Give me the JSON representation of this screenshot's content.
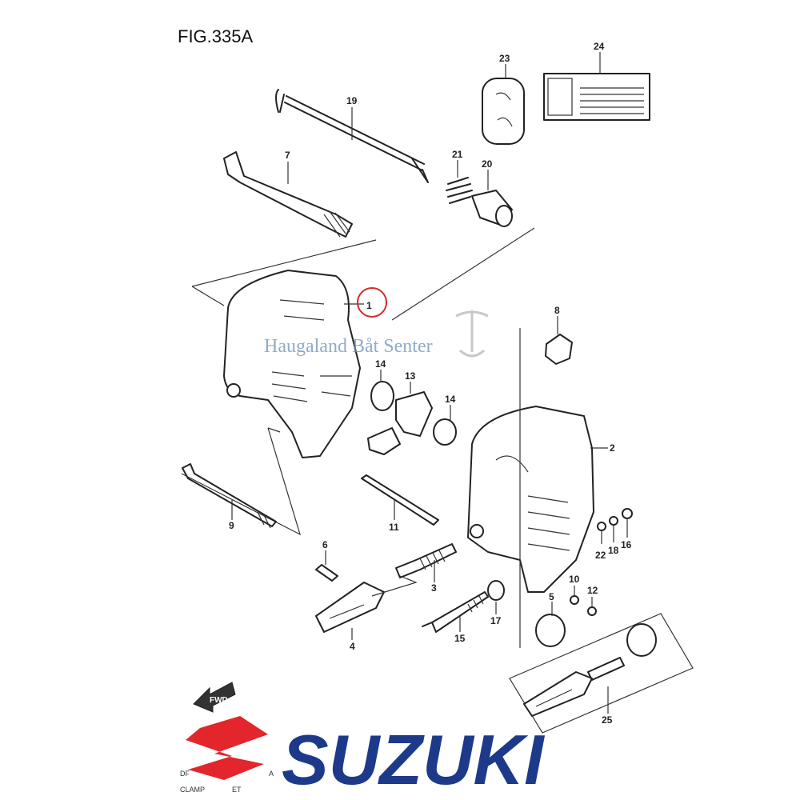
{
  "figure": {
    "title": "FIG.335A",
    "caption_line1": "DF",
    "caption_line1_suffix": "A",
    "caption_line2": "CLAMP",
    "caption_line2_suffix": "ET"
  },
  "labels": [
    "1",
    "2",
    "3",
    "4",
    "5",
    "6",
    "7",
    "8",
    "9",
    "10",
    "11",
    "12",
    "13",
    "14",
    "14",
    "15",
    "16",
    "17",
    "18",
    "19",
    "20",
    "21",
    "22",
    "23",
    "24",
    "25"
  ],
  "arrow": {
    "text": "FWD"
  },
  "watermark": {
    "text": "Haugaland Båt Senter",
    "color": "#6b8fb5"
  },
  "brand": {
    "name": "SUZUKI",
    "color": "#1d3a8a",
    "logo_color": "#e3262b"
  },
  "highlight": {
    "label": "1",
    "color": "#d42a2a"
  }
}
